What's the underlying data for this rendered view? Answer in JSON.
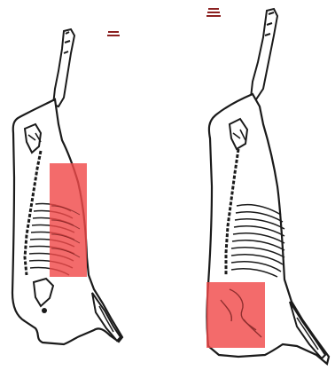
{
  "figure": {
    "panels": [
      {
        "id": "left",
        "marker_text": "",
        "highlight_region": "brisket-flank",
        "highlight_color": "#f04a4a"
      },
      {
        "id": "right",
        "marker_text": "",
        "highlight_region": "round",
        "highlight_color": "#f04a4a"
      }
    ],
    "colors": {
      "outline": "#1a1a1a",
      "background": "#ffffff",
      "highlight": "#f04a4a",
      "marker": "#8b2020"
    }
  }
}
